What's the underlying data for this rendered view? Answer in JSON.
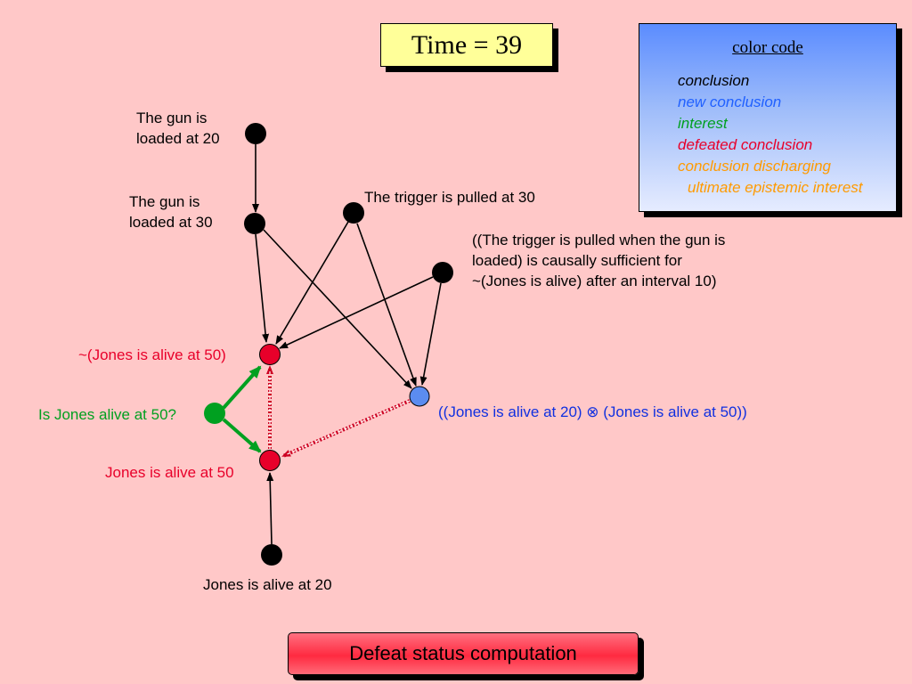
{
  "slide": {
    "time_label": "Time = 39",
    "footer_label": "Defeat status computation"
  },
  "legend": {
    "title": "color code",
    "entries": [
      {
        "label": "conclusion",
        "color": "#000000"
      },
      {
        "label": "new conclusion",
        "color": "#2060ff"
      },
      {
        "label": "interest",
        "color": "#00a020"
      },
      {
        "label": "defeated conclusion",
        "color": "#e8002a"
      },
      {
        "label": "conclusion discharging",
        "color": "#ff9a00"
      },
      {
        "label": "ultimate epistemic interest",
        "color": "#ff9a00"
      }
    ]
  },
  "nodes": {
    "gun_loaded_20": {
      "label_line1": "The gun is",
      "label_line2": "loaded at 20"
    },
    "gun_loaded_30": {
      "label_line1": "The gun is",
      "label_line2": "loaded at 30"
    },
    "trigger_pulled_30": {
      "label": "The trigger is pulled at 30"
    },
    "causal_sufficiency": {
      "label_line1": "((The trigger is pulled when the gun is",
      "label_line2": "loaded) is causally sufficient for",
      "label_line3": "~(Jones is alive) after an interval 10)"
    },
    "not_jones_alive_50": {
      "label": "~(Jones is alive at 50)"
    },
    "is_jones_alive_50": {
      "label": "Is Jones alive at 50?"
    },
    "jones_alive_50": {
      "label": "Jones is alive at 50"
    },
    "jones_alive_20": {
      "label": "Jones is alive at 20"
    },
    "conjunction": {
      "label": "((Jones is alive at 20) ⊗ (Jones is alive at 50))"
    }
  },
  "colors": {
    "conclusion": "#000000",
    "new_conclusion": "#5b8cf0",
    "interest": "#00a020",
    "defeated": "#e8002a",
    "defeat_link": "#cc0022"
  }
}
